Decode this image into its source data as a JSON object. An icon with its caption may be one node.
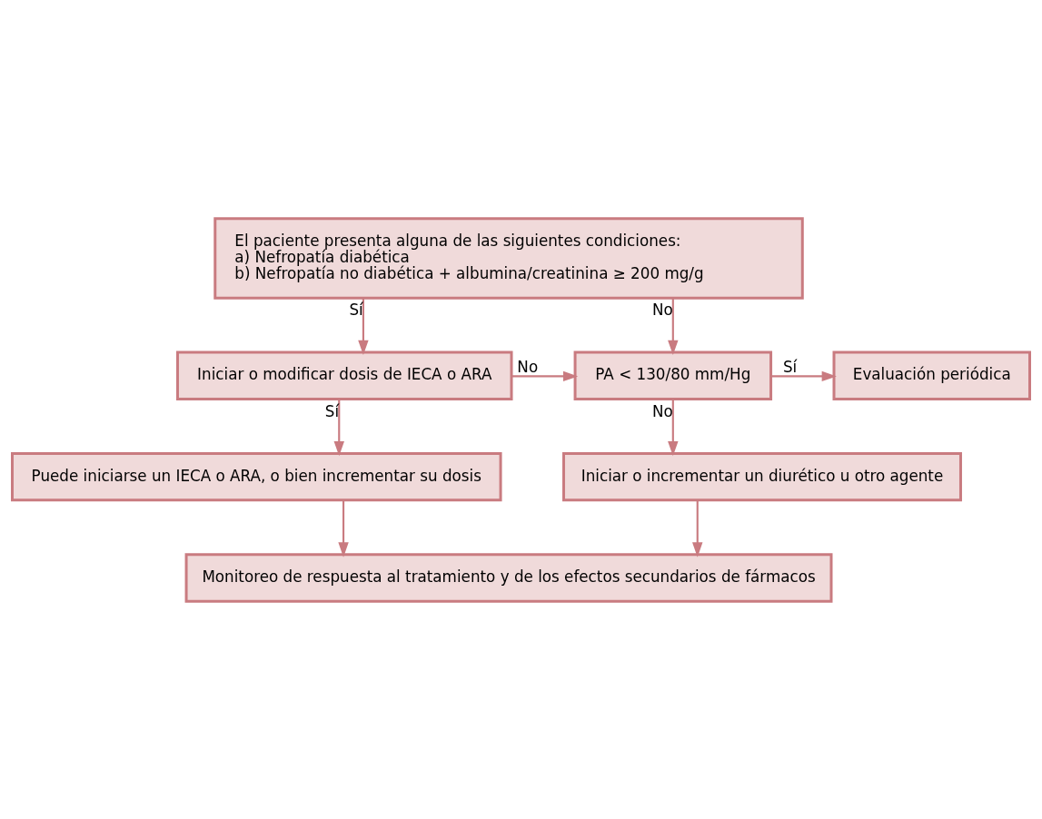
{
  "diagram": {
    "nodes": [
      {
        "text": [
          "El paciente presenta alguna de las siguientes condiciones:",
          "a) Nefropatía diabética",
          "b) Nefropatía no diabética + albumina/creatinina ≥ 200 mg/g"
        ]
      },
      {
        "text": [
          "Iniciar o modificar dosis de IECA o ARA"
        ]
      },
      {
        "text": [
          "PA < 130/80 mm/Hg"
        ]
      },
      {
        "text": [
          "Evaluación periódica"
        ]
      },
      {
        "text": [
          "Puede iniciarse un IECA o ARA, o bien incrementar su dosis"
        ]
      },
      {
        "text": [
          "Iniciar o incrementar un diurético u otro agente"
        ]
      },
      {
        "text": [
          "Monitoreo de respuesta al tratamiento y de los efectos secundarios de fármacos"
        ]
      }
    ],
    "edges": [
      {
        "from": 0,
        "to": 1,
        "arrow": "to",
        "label": "Sí"
      },
      {
        "from": 0,
        "to": 2,
        "arrow": "to",
        "label": "No"
      },
      {
        "from": 1,
        "to": 2,
        "arrow": "to",
        "label": "No"
      },
      {
        "from": 2,
        "to": 3,
        "arrow": "to",
        "label": "Sí"
      },
      {
        "from": 1,
        "to": 4,
        "arrow": "to",
        "label": "Sí"
      },
      {
        "from": 2,
        "to": 5,
        "arrow": "to",
        "label": "No"
      },
      {
        "from": 4,
        "to": 6,
        "arrow": "to"
      },
      {
        "from": 5,
        "to": 6,
        "arrow": "to"
      }
    ]
  }
}
